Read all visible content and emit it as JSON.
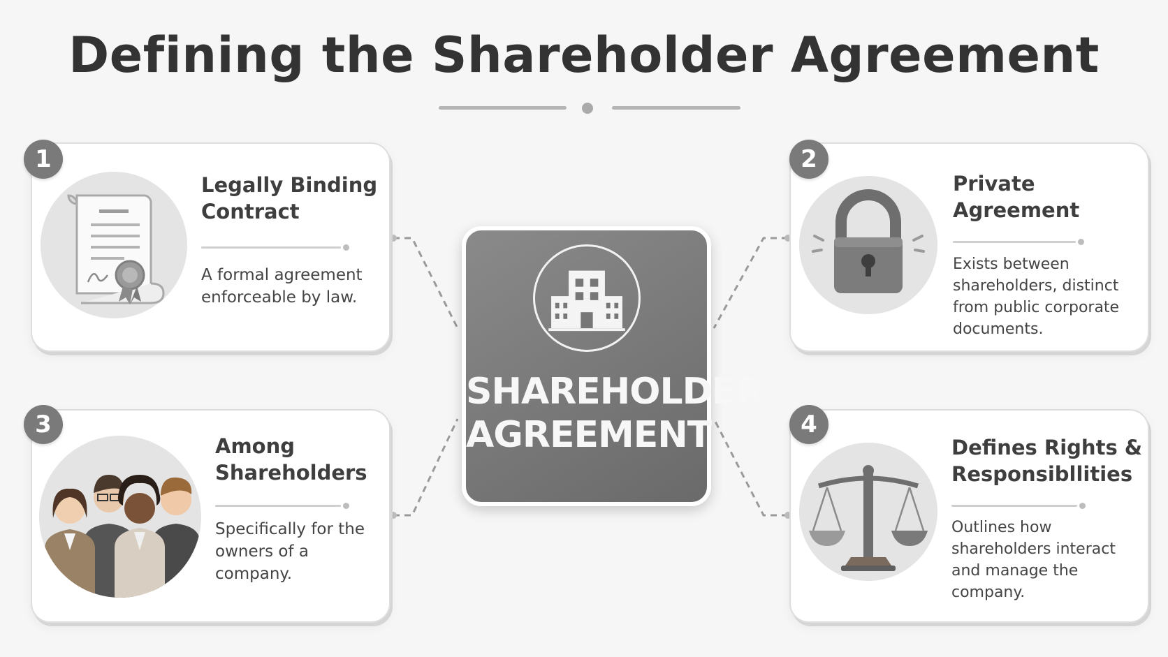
{
  "title": "Defining the Shareholder Agreement",
  "center": {
    "line1": "SHAREHOLDER",
    "line2": "AGREEMENT",
    "icon": "building-icon"
  },
  "cards": [
    {
      "number": "1",
      "title_line1": "Legally Binding",
      "title_line2": "Contract",
      "desc_lines": [
        "A formal agreement",
        "enforceable by law."
      ],
      "icon": "contract-scroll-icon"
    },
    {
      "number": "2",
      "title_line1": "Private",
      "title_line2": "Agreement",
      "desc_lines": [
        "Exists between",
        "shareholders, distinct",
        "from public corporate",
        "documents."
      ],
      "icon": "padlock-icon"
    },
    {
      "number": "3",
      "title_line1": "Among",
      "title_line2": "Shareholders",
      "desc_lines": [
        "Specifically for the",
        "owners of a company."
      ],
      "icon": "people-group-icon"
    },
    {
      "number": "4",
      "title_line1": "Defines Rights &",
      "title_line2": "Responsibllities",
      "desc_lines": [
        "Outlines how",
        "shareholders interact",
        "and manage the",
        "company."
      ],
      "icon": "scales-icon"
    }
  ],
  "colors": {
    "accent_gray": "#7a7a7a",
    "center_box": "#7a7a7a",
    "background": "#f6f6f6"
  }
}
